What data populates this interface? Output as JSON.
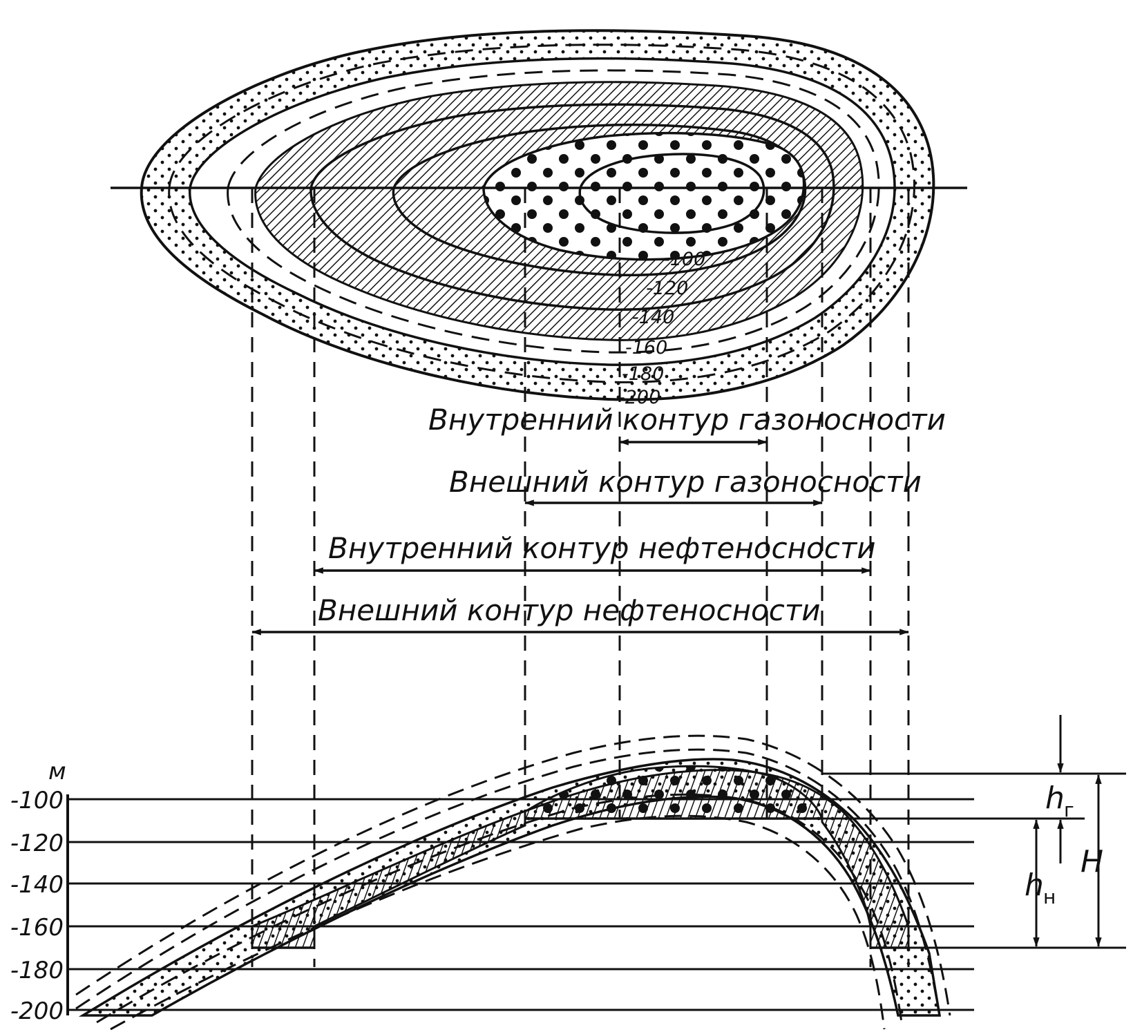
{
  "map": {
    "contour_labels": [
      "-100",
      "-120",
      "-140",
      "-160",
      "-180",
      "-200"
    ]
  },
  "contours": {
    "inner_gas": "Внутренний контур газоносности",
    "outer_gas": "Внешний контур газоносности",
    "inner_oil": "Внутренний контур нефтеносности",
    "outer_oil": "Внешний контур нефтеносности"
  },
  "section": {
    "unit": "м",
    "depth_labels": [
      "-100",
      "-120",
      "-140",
      "-160",
      "-180",
      "-200"
    ]
  },
  "symbols": {
    "h": "h",
    "gas_sub": "г",
    "oil_sub": "н",
    "H": "H"
  },
  "colors": {
    "ink": "#111111",
    "paper": "#ffffff"
  }
}
